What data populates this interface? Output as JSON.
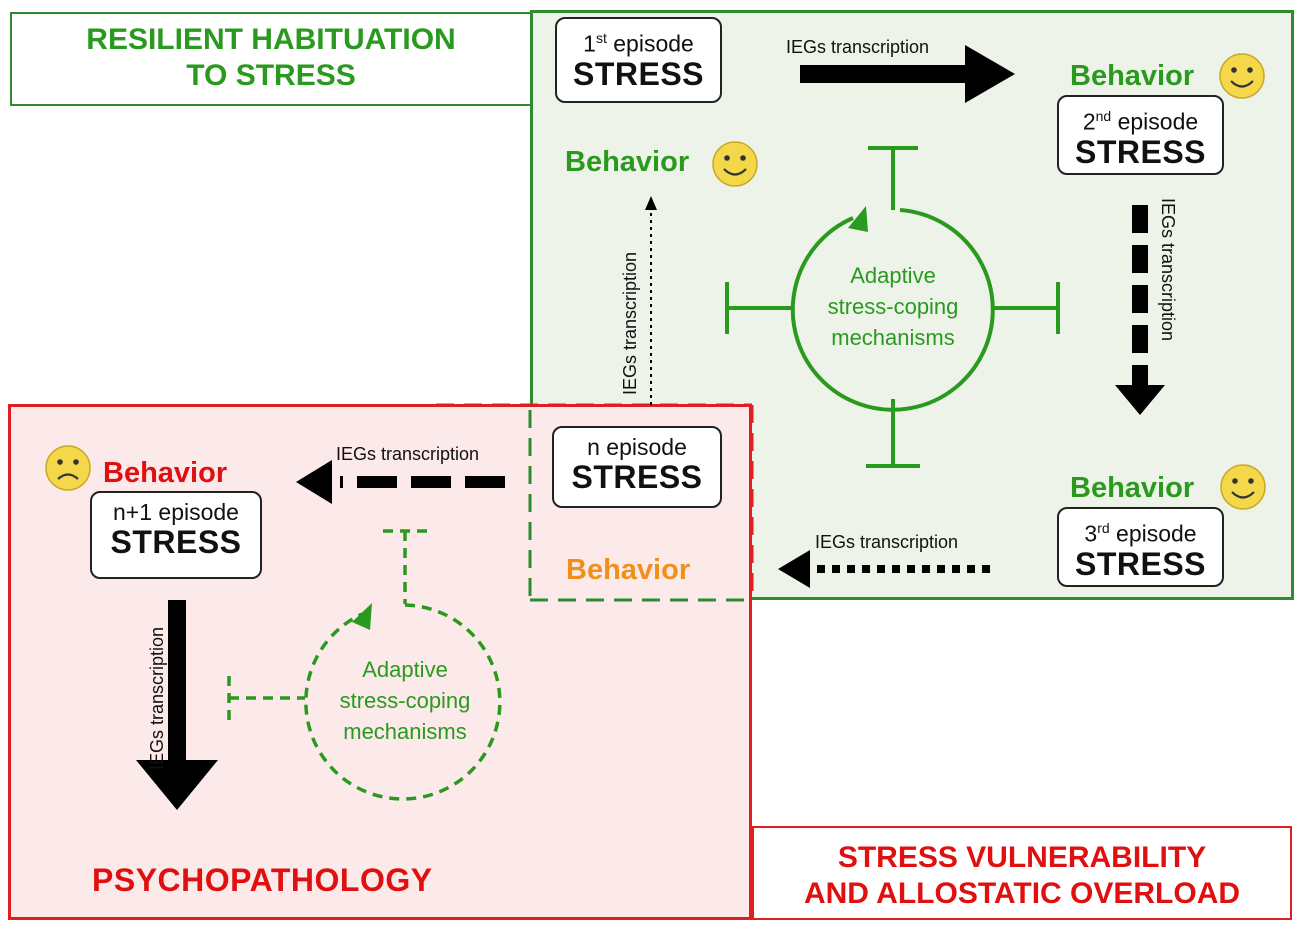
{
  "titles": {
    "resilient_line1": "RESILIENT HABITUATION",
    "resilient_line2": "TO STRESS",
    "vulnerability_line1": "STRESS VULNERABILITY",
    "vulnerability_line2": "AND ALLOSTATIC OVERLOAD"
  },
  "episodes": {
    "first": {
      "prefix": "1",
      "sup": "st",
      "suffix": " episode",
      "stress": "STRESS"
    },
    "second": {
      "prefix": "2",
      "sup": "nd",
      "suffix": " episode",
      "stress": "STRESS"
    },
    "third": {
      "prefix": "3",
      "sup": "rd",
      "suffix": " episode",
      "stress": "STRESS"
    },
    "nth": {
      "label": "n episode",
      "stress": "STRESS"
    },
    "n_plus_1": {
      "label": "n+1 episode",
      "stress": "STRESS"
    }
  },
  "behavior_label": "Behavior",
  "ieg_label": "IEGs transcription",
  "coping": {
    "line1": "Adaptive",
    "line2": "stress-coping",
    "line3": "mechanisms"
  },
  "outcome": "PSYCHOPATHOLOGY",
  "colors": {
    "green": "#2a9a1e",
    "red": "#e01010",
    "orange": "#f0901a",
    "green_bg": "#eef3ea",
    "red_bg": "#fce9e9"
  },
  "icons": {
    "happy": "smiley-happy-icon",
    "sad": "smiley-sad-icon"
  }
}
